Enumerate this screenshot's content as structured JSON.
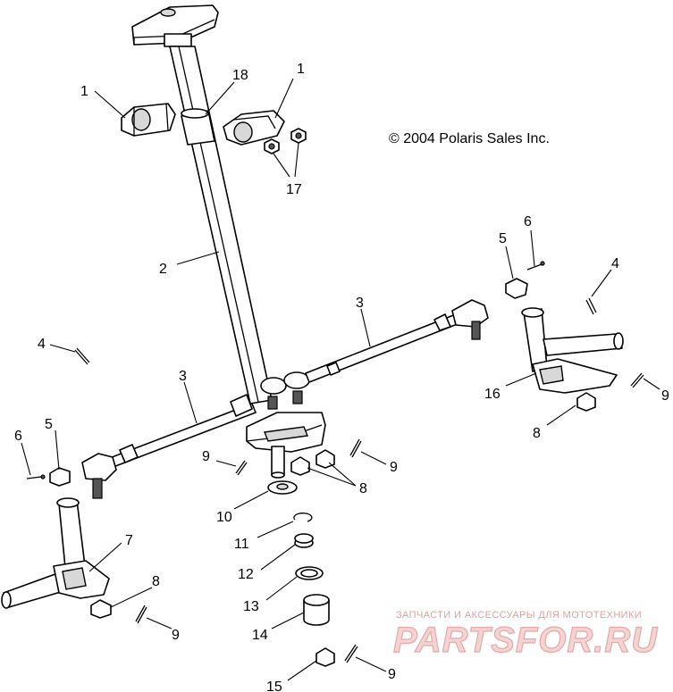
{
  "copyright": "© 2004 Polaris Sales Inc.",
  "watermark": {
    "tagline": "ЗАПЧАСТИ И АКСЕССУАРЫ ДЛЯ МОТОТЕХНИКИ",
    "logo": "PARTSFOR.RU"
  },
  "callouts": [
    "1",
    "18",
    "1",
    "17",
    "2",
    "3",
    "3",
    "4",
    "5",
    "6",
    "4",
    "5",
    "6",
    "16",
    "9",
    "8",
    "9",
    "9",
    "8",
    "10",
    "11",
    "12",
    "13",
    "14",
    "15",
    "9",
    "7",
    "8",
    "9"
  ],
  "colors": {
    "line": "#000000",
    "watermark": "#e5a9a9",
    "background": "#ffffff"
  }
}
